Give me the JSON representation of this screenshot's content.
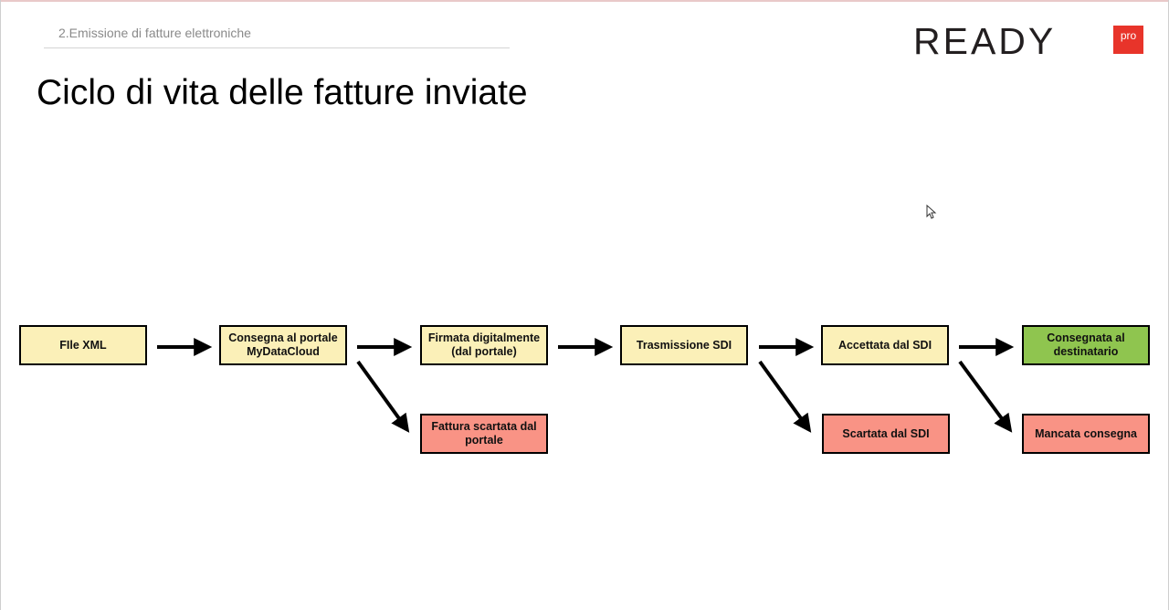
{
  "header": {
    "section_label": "2.Emissione di fatture elettroniche",
    "title": "Ciclo di vita delle fatture inviate"
  },
  "logo": {
    "text": "READY",
    "badge": "pro",
    "brand_color": "#e8342a"
  },
  "colors": {
    "step": "#fbf0b8",
    "rejected": "#f99385",
    "success": "#8fc54f"
  },
  "nodes": {
    "file_xml": "FIle XML",
    "consegna_portale": "Consegna al portale MyDataCloud",
    "firmata": "Firmata digitalmente (dal portale)",
    "trasmissione": "Trasmissione SDI",
    "accettata": "Accettata dal SDI",
    "consegnata": "Consegnata al destinatario",
    "scartata_portale": "Fattura scartata dal portale",
    "scartata_sdi": "Scartata dal SDI",
    "mancata": "Mancata consegna"
  }
}
